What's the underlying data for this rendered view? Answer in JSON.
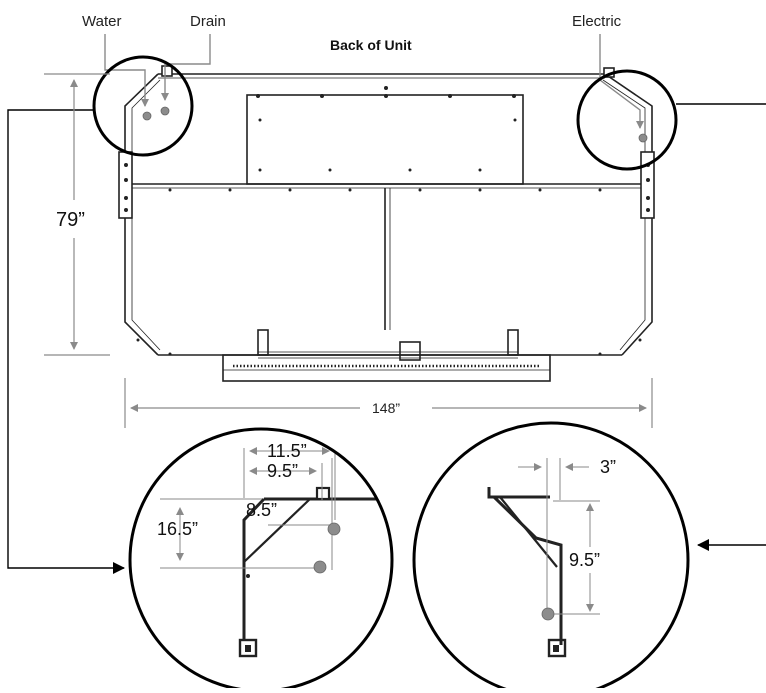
{
  "title": "Back of Unit",
  "callouts": {
    "water": "Water",
    "drain": "Drain",
    "electric": "Electric"
  },
  "dimensions": {
    "height": "79”",
    "width": "148”",
    "left_detail": {
      "water_horizontal": "11.5”",
      "drain_horizontal": "9.5”",
      "drain_vertical": "8.5”",
      "water_vertical": "16.5”"
    },
    "right_detail": {
      "electric_horizontal": "3”",
      "electric_vertical": "9.5”"
    }
  },
  "colors": {
    "outline": "#222222",
    "dimension_line": "#8a8a8a",
    "port_fill": "#8c8c8c"
  }
}
